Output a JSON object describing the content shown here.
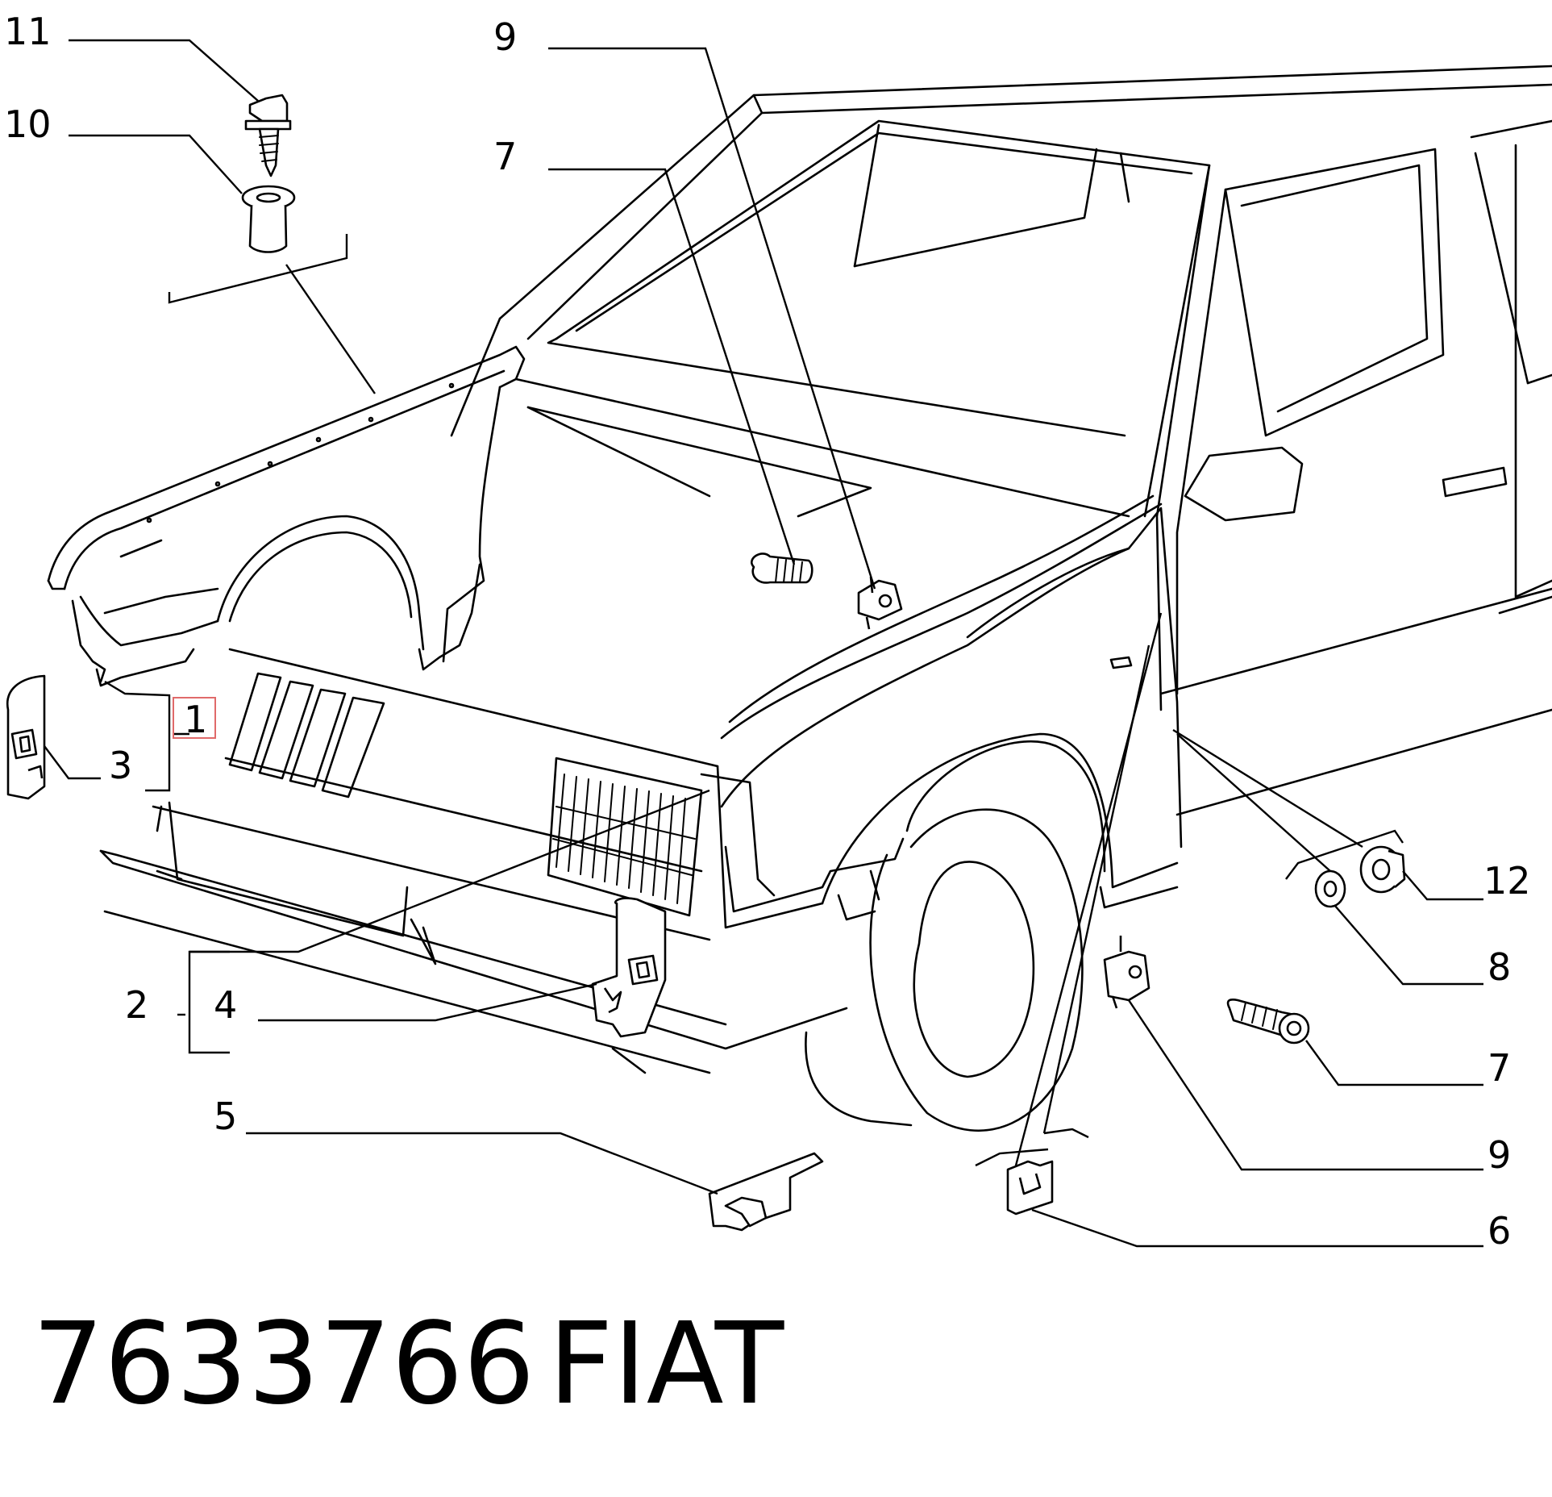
{
  "callouts": [
    {
      "id": "c11",
      "text": "11"
    },
    {
      "id": "c10",
      "text": "10"
    },
    {
      "id": "c9a",
      "text": "9"
    },
    {
      "id": "c7a",
      "text": "7"
    },
    {
      "id": "c1",
      "text": "1"
    },
    {
      "id": "c3",
      "text": "3"
    },
    {
      "id": "c2",
      "text": "2"
    },
    {
      "id": "c4",
      "text": "4"
    },
    {
      "id": "c5",
      "text": "5"
    },
    {
      "id": "c12",
      "text": "12"
    },
    {
      "id": "c8",
      "text": "8"
    },
    {
      "id": "c7b",
      "text": "7"
    },
    {
      "id": "c9b",
      "text": "9"
    },
    {
      "id": "c6",
      "text": "6"
    }
  ],
  "footer": {
    "part_number": "7633766",
    "brand": "FIAT"
  },
  "highlight_color": "#e06a6a"
}
